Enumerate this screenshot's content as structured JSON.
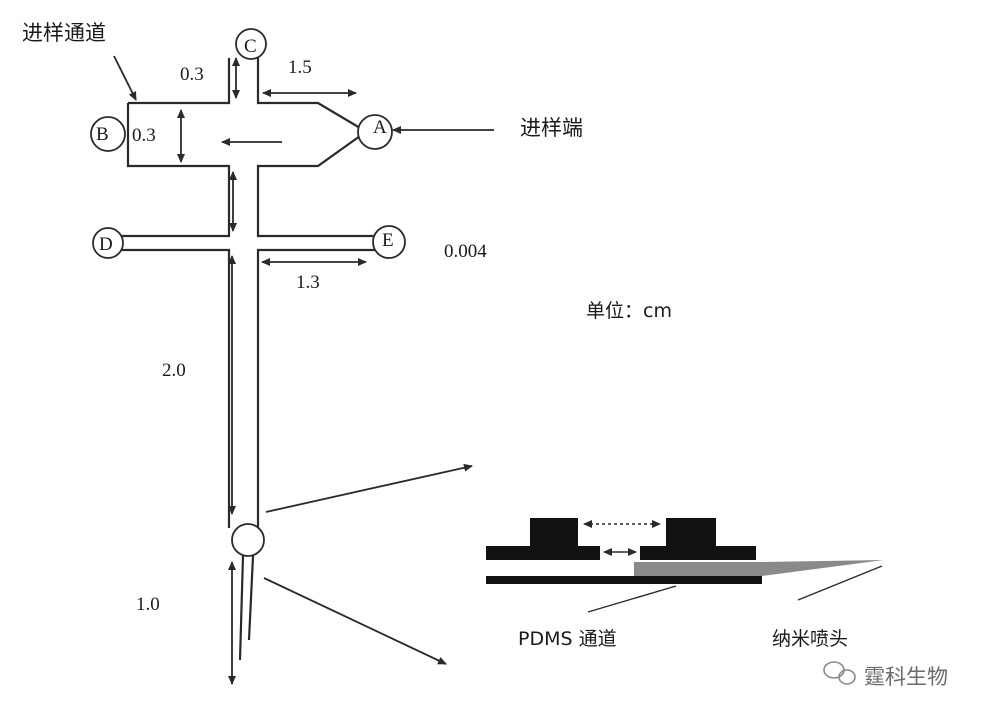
{
  "labels": {
    "sample_channel": "进样通道",
    "sample_port": "进样端",
    "unit": "单位：cm",
    "pdms_channel": "PDMS 通道",
    "nano_nozzle": "纳米喷头",
    "watermark": "霆科生物"
  },
  "ports": {
    "a": "A",
    "b": "B",
    "c": "C",
    "d": "D",
    "e": "E"
  },
  "dimensions": {
    "c_stub": "0.3",
    "a_width": "1.5",
    "b_height": "0.3",
    "e_width": "1.3",
    "depth": "0.004",
    "main_channel": "2.0",
    "nozzle": "1.0"
  },
  "colors": {
    "line": "#2a2a2a",
    "inset_dark": "#111111",
    "inset_gray": "#8a8a8a"
  }
}
